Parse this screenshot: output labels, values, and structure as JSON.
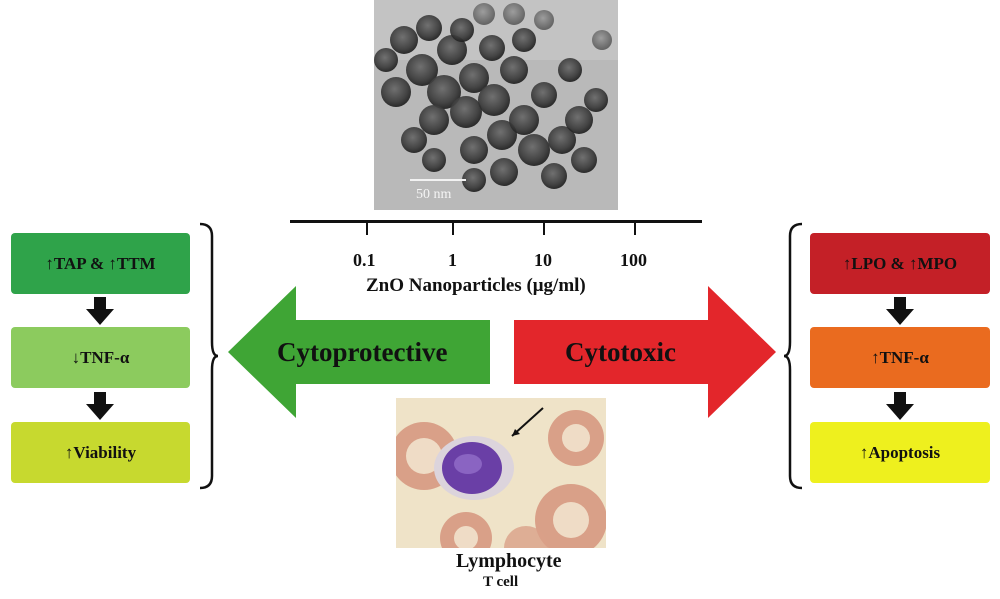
{
  "micrograph": {
    "scale_label": "50 nm"
  },
  "axis": {
    "ticks": [
      "0.1",
      "1",
      "10",
      "100"
    ],
    "label": "ZnO Nanoparticles (μg/ml)"
  },
  "left_arrow": {
    "label": "Cytoprotective",
    "color": "#3fa535"
  },
  "right_arrow": {
    "label": "Cytotoxic",
    "color": "#e3262b"
  },
  "left_column": [
    {
      "label": "↑TAP & ↑TTM",
      "color": "#2fa34a"
    },
    {
      "label": "↓TNF-α",
      "color": "#8ccb5e"
    },
    {
      "label": "↑Viability",
      "color": "#c7d92f"
    }
  ],
  "right_column": [
    {
      "label": "↑LPO & ↑MPO",
      "color": "#c42027"
    },
    {
      "label": "↑TNF-α",
      "color": "#ea6b1f"
    },
    {
      "label": "↑Apoptosis",
      "color": "#eef01e"
    }
  ],
  "cell_image": {
    "title": "Lymphocyte",
    "subtitle": "T cell"
  }
}
